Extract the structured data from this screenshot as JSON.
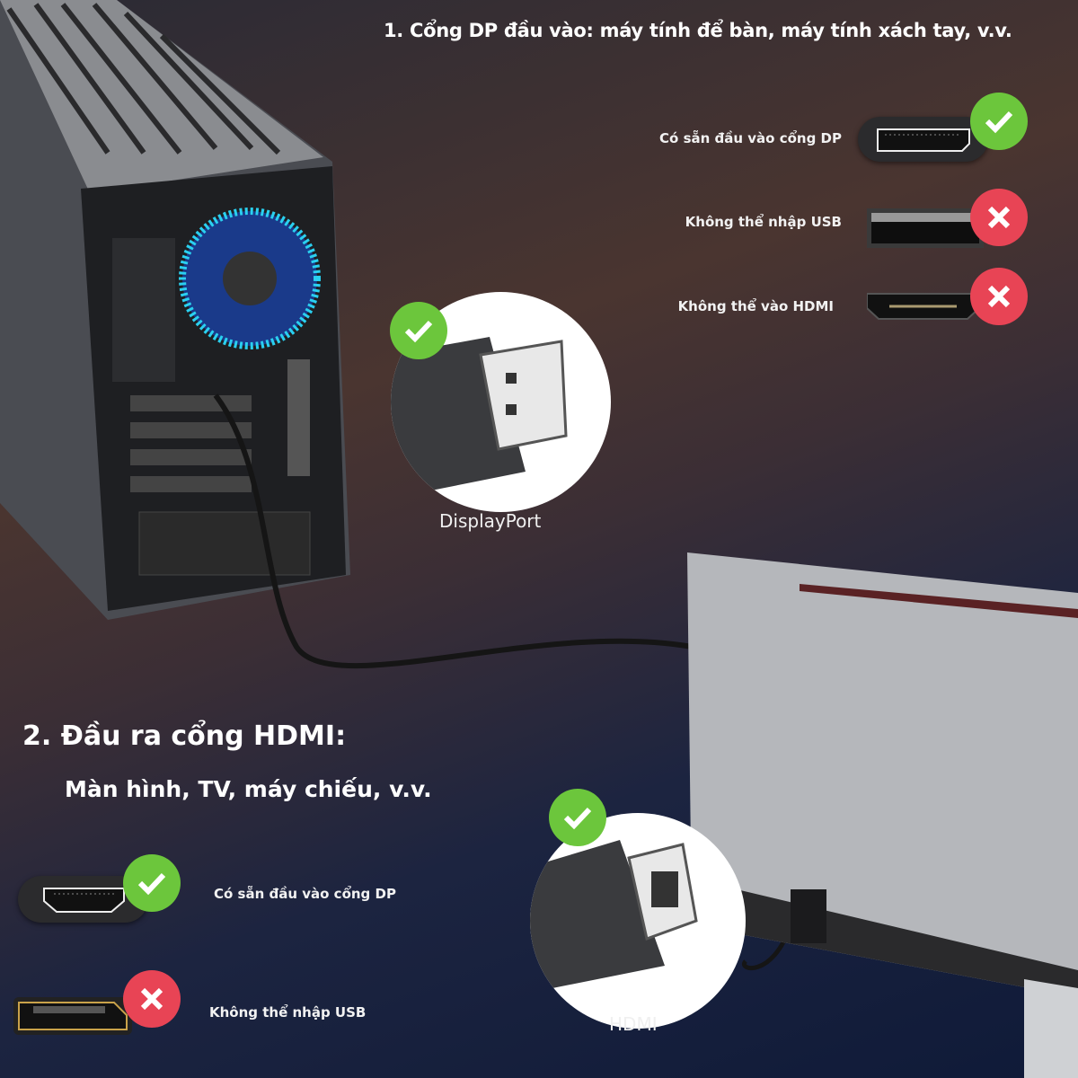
{
  "section1": {
    "title": "1. Cổng DP đầu vào: máy tính để bàn, máy tính xách tay, v.v.",
    "items": [
      {
        "label": "Có sẵn đầu vào cổng DP",
        "status": "ok",
        "icon": "displayport-port-icon"
      },
      {
        "label": "Không thể nhập USB",
        "status": "no",
        "icon": "usb-port-icon"
      },
      {
        "label": "Không thể vào HDMI",
        "status": "no",
        "icon": "hdmi-port-icon"
      }
    ],
    "connector_caption": "DisplayPort"
  },
  "section2": {
    "title": "2. Đầu ra cổng HDMI:",
    "subtitle": "Màn hình, TV, máy chiếu, v.v.",
    "items": [
      {
        "label": "Có sẵn đầu vào cổng DP",
        "status": "ok",
        "icon": "hdmi-port-icon"
      },
      {
        "label": "Không thể nhập USB",
        "status": "no",
        "icon": "displayport-port-icon"
      }
    ],
    "connector_caption": "HDMI"
  },
  "colors": {
    "ok": "#6cc63c",
    "no": "#e84455"
  }
}
